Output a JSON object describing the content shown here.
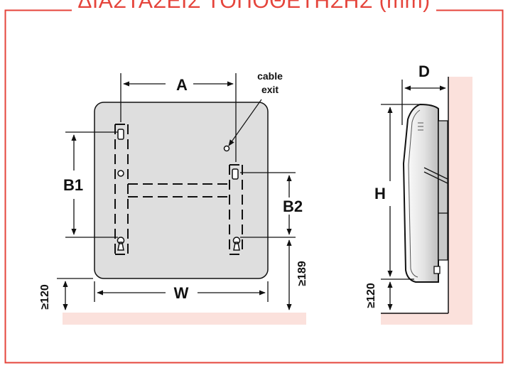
{
  "title": "ΔΙΑΣΤΑΣΕΙΣ ΤΟΠΟΘΕΤΗΣΗΣ (mm)",
  "colors": {
    "frame": "#e5443b",
    "wall": "#fbe1dc",
    "panel": "#dedede",
    "line": "#111111"
  },
  "front_view": {
    "label_a": "A",
    "label_b1": "B1",
    "label_b2": "B2",
    "label_w": "W",
    "label_cable_1": "cable",
    "label_cable_2": "exit",
    "label_floor": "≥120",
    "label_min": "≥189"
  },
  "side_view": {
    "label_d": "D",
    "label_h": "H",
    "label_floor": "≥120"
  }
}
